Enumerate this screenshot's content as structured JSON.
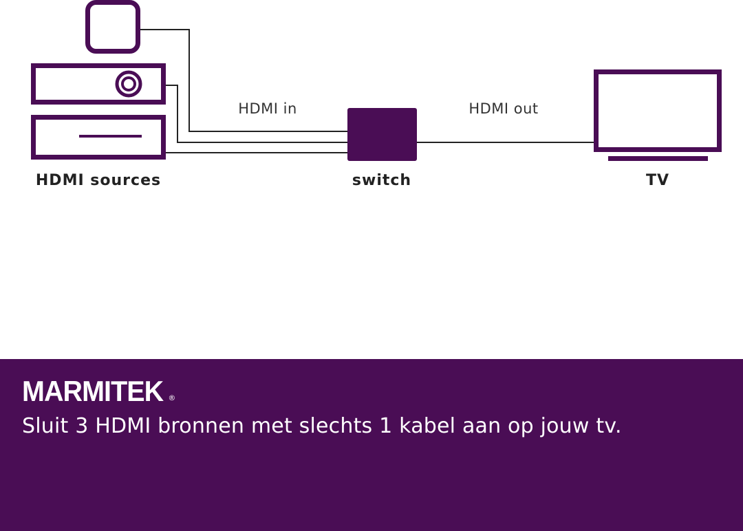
{
  "colors": {
    "primary": "#4a0d55",
    "background": "#ffffff",
    "banner_text": "#ffffff",
    "label_text": "#333333",
    "line": "#222222"
  },
  "diagram": {
    "connection_labels": {
      "hdmi_in": "HDMI in",
      "hdmi_out": "HDMI out"
    },
    "device_labels": {
      "sources": "HDMI sources",
      "switch": "switch",
      "tv": "TV"
    },
    "source_count": 3,
    "icons": {
      "sources": [
        "streaming-box-icon",
        "disc-player-icon",
        "settop-box-icon"
      ],
      "switch": "hdmi-switch-icon",
      "tv": "tv-icon"
    }
  },
  "banner": {
    "logo_text": "MARMITEK",
    "logo_mark": "®",
    "tagline": "Sluit 3 HDMI bronnen met slechts 1 kabel aan op jouw tv."
  }
}
